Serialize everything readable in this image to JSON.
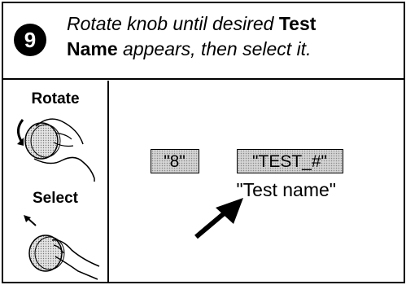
{
  "step": {
    "number": "9",
    "line1_prefix": "Rotate knob until desired ",
    "line1_bold": "Test",
    "line2_bold": "Name",
    "line2_suffix": "  appears, then select it."
  },
  "side": {
    "rotate_label": "Rotate",
    "select_label": "Select"
  },
  "display": {
    "field1": "\"8\"",
    "field2": "\"TEST_#\"",
    "result": "\"Test name\""
  }
}
